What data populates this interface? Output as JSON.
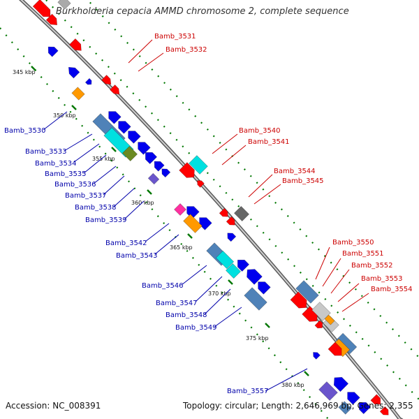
{
  "title": "Burkholderia cepacia AMMD chromosome 2, complete sequence",
  "footer": {
    "accession": "Accession: NC_008391",
    "topology": "Topology: circular; Length: 2,646,969 bp; Genes: 2,355"
  },
  "colors": {
    "backbone": "#888888",
    "forward_label": "#cc0000",
    "reverse_label": "#0000aa",
    "tick_mark": "#007700",
    "cds_forward": "#ff0000",
    "cds_reverse": "#0000ee",
    "cog_steel": "#4f82b8",
    "cog_cyan": "#00e0e0",
    "cog_orange": "#ff9900",
    "cog_olive": "#6a8a22",
    "cog_purple": "#6a55cc",
    "cog_magenta": "#ff2fa0",
    "cog_gray": "#666666",
    "cog_lightgray": "#c8c8c8"
  },
  "ticks": [
    "345 kbp",
    "350 kbp",
    "355 kbp",
    "360 kbp",
    "365 kbp",
    "370 kbp",
    "375 kbp",
    "380 kbp"
  ],
  "gene_labels_forward": [
    "Bamb_3531",
    "Bamb_3532",
    "Bamb_3540",
    "Bamb_3541",
    "Bamb_3544",
    "Bamb_3545",
    "Bamb_3550",
    "Bamb_3551",
    "Bamb_3552",
    "Bamb_3553",
    "Bamb_3554"
  ],
  "gene_labels_reverse": [
    "Bamb_3530",
    "Bamb_3533",
    "Bamb_3534",
    "Bamb_3535",
    "Bamb_3536",
    "Bamb_3537",
    "Bamb_3538",
    "Bamb_3539",
    "Bamb_3542",
    "Bamb_3543",
    "Bamb_3546",
    "Bamb_3547",
    "Bamb_3548",
    "Bamb_3549",
    "Bamb_3557"
  ]
}
